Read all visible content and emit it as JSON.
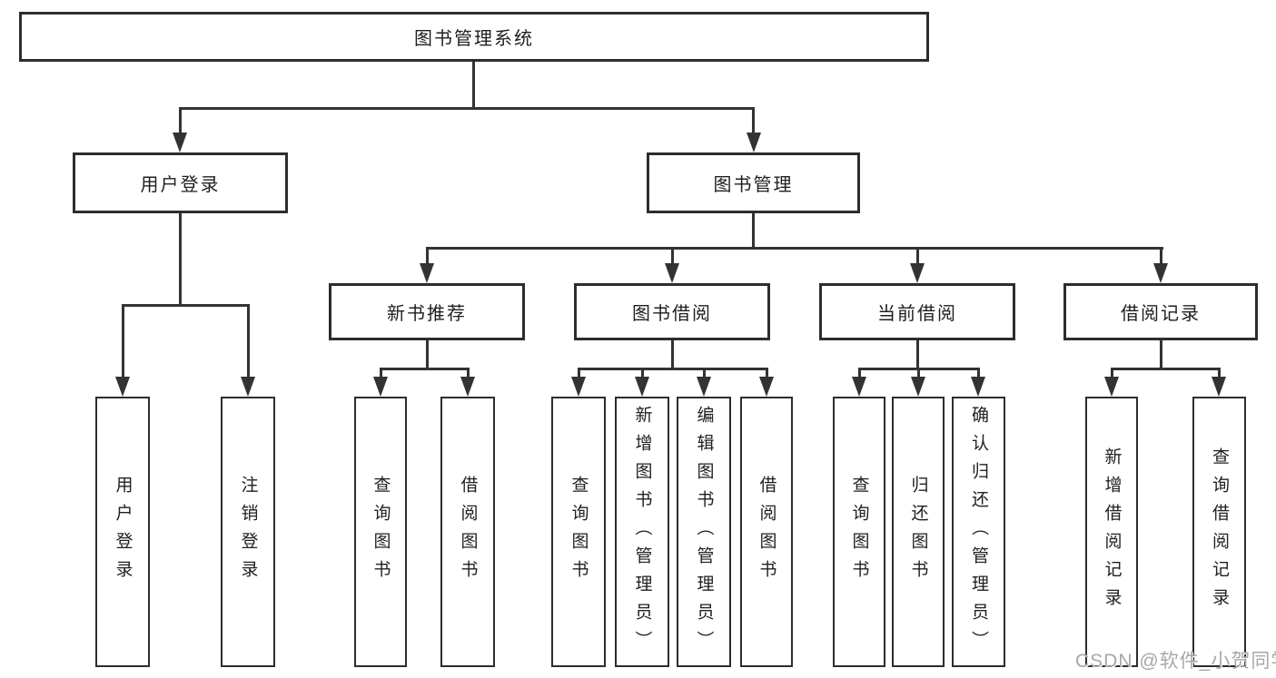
{
  "tree": {
    "label": "图书管理系统",
    "children": [
      {
        "label": "用户登录",
        "children": [
          {
            "label": "用户登录"
          },
          {
            "label": "注销登录"
          }
        ]
      },
      {
        "label": "图书管理",
        "children": [
          {
            "label": "新书推荐",
            "children": [
              {
                "label": "查询图书"
              },
              {
                "label": "借阅图书"
              }
            ]
          },
          {
            "label": "图书借阅",
            "children": [
              {
                "label": "查询图书"
              },
              {
                "label": "新增图书（管理员）"
              },
              {
                "label": "编辑图书（管理员）"
              },
              {
                "label": "借阅图书"
              }
            ]
          },
          {
            "label": "当前借阅",
            "children": [
              {
                "label": "查询图书"
              },
              {
                "label": "归还图书"
              },
              {
                "label": "确认归还（管理员）"
              }
            ]
          },
          {
            "label": "借阅记录",
            "children": [
              {
                "label": "新增借阅记录"
              },
              {
                "label": "查询借阅记录"
              }
            ]
          }
        ]
      }
    ]
  },
  "watermark": "CSDN @软件_小贺同学",
  "colors": {
    "line": "#333333",
    "box_border": "#2d2d2d",
    "text": "#1f1f1f",
    "watermark": "#a8a8a8",
    "background": "#ffffff"
  }
}
